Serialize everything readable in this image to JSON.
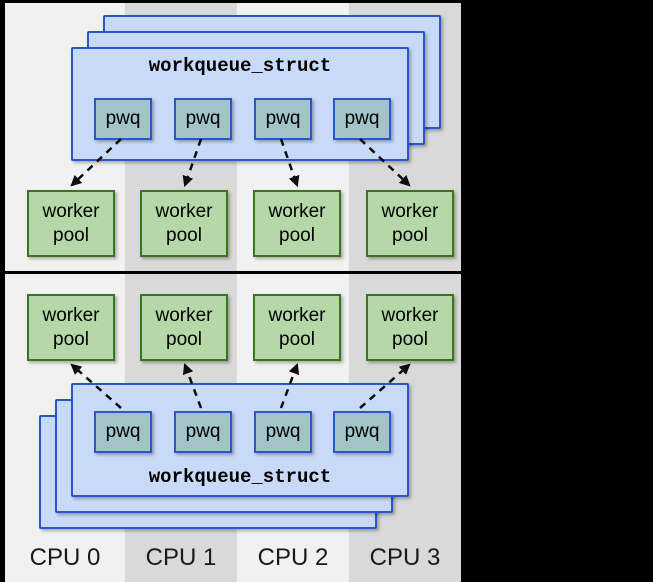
{
  "diagram": {
    "top": {
      "struct_label": "workqueue_struct",
      "pwqs": [
        {
          "label": "pwq"
        },
        {
          "label": "pwq"
        },
        {
          "label": "pwq"
        },
        {
          "label": "pwq"
        }
      ],
      "pools": [
        {
          "line1": "worker",
          "line2": "pool"
        },
        {
          "line1": "worker",
          "line2": "pool"
        },
        {
          "line1": "worker",
          "line2": "pool"
        },
        {
          "line1": "worker",
          "line2": "pool"
        }
      ]
    },
    "bottom": {
      "struct_label": "workqueue_struct",
      "pwqs": [
        {
          "label": "pwq"
        },
        {
          "label": "pwq"
        },
        {
          "label": "pwq"
        },
        {
          "label": "pwq"
        }
      ],
      "pools": [
        {
          "line1": "worker",
          "line2": "pool"
        },
        {
          "line1": "worker",
          "line2": "pool"
        },
        {
          "line1": "worker",
          "line2": "pool"
        },
        {
          "line1": "worker",
          "line2": "pool"
        }
      ]
    },
    "cpus": [
      {
        "label": "CPU 0"
      },
      {
        "label": "CPU 1"
      },
      {
        "label": "CPU 2"
      },
      {
        "label": "CPU 3"
      }
    ],
    "connections": {
      "top": [
        {
          "from_pwq": 0,
          "to_pool": 0
        },
        {
          "from_pwq": 1,
          "to_pool": 1
        },
        {
          "from_pwq": 2,
          "to_pool": 2
        },
        {
          "from_pwq": 3,
          "to_pool": 3
        }
      ],
      "bottom": [
        {
          "from_pwq": 0,
          "to_pool": 0
        },
        {
          "from_pwq": 1,
          "to_pool": 1
        },
        {
          "from_pwq": 2,
          "to_pool": 2
        },
        {
          "from_pwq": 3,
          "to_pool": 3
        }
      ]
    }
  },
  "colors": {
    "canvas_bg": "#000000",
    "column_light": "#f1f1f1",
    "column_dark": "#d9d9d9",
    "workqueue_fill": "#c9daf8",
    "workqueue_border": "#2857c8",
    "pwq_fill": "#a2c4c9",
    "pwq_border": "#2857c8",
    "pool_fill": "#b6d7a8",
    "pool_border": "#38761d",
    "divider": "#000000",
    "arrow": "#0d0d0d"
  }
}
